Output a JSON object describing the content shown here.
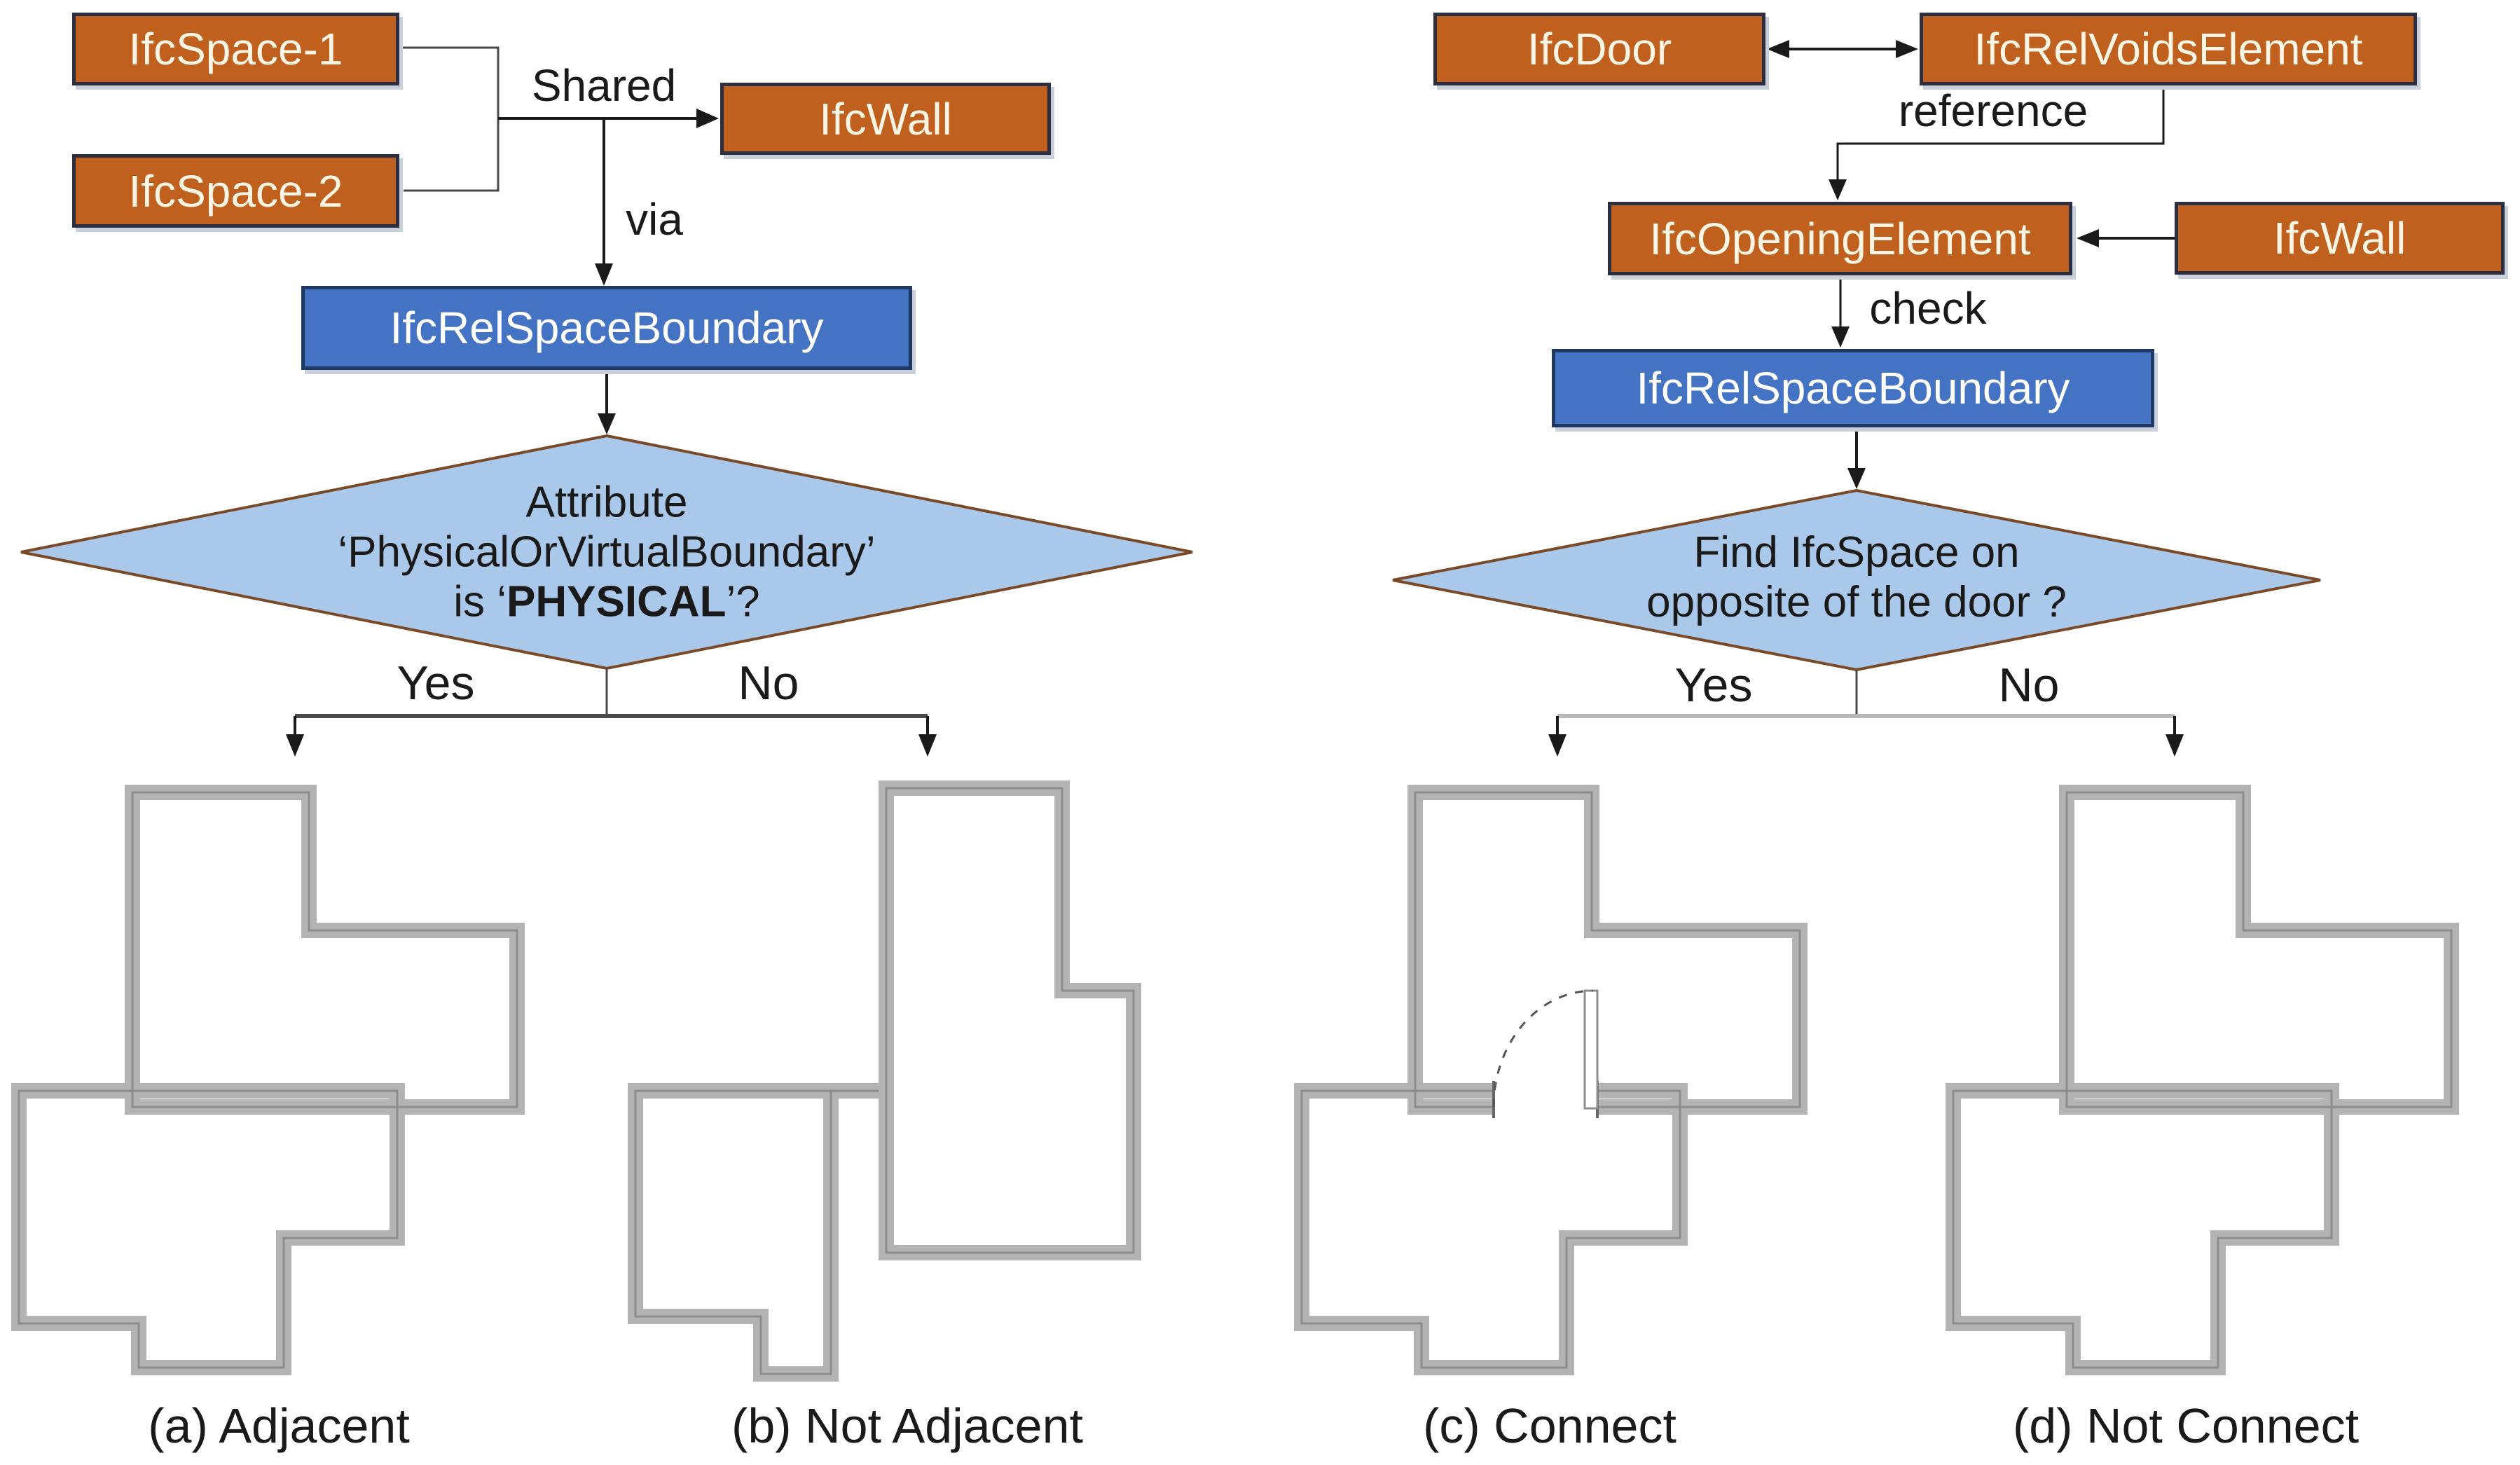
{
  "palette": {
    "orange": "#C0601E",
    "orange_border": "#2B2F40",
    "blue": "#4573C4",
    "blue_border": "#1F3864",
    "diamond_fill": "#AAC8EA",
    "diamond_border": "#7A4A28",
    "wall": "#B3B3B3",
    "wall_line": "#8C8C8C",
    "ink": "#1A1A1A",
    "soft_line": "#B8B8B8",
    "mid_line": "#4A4A4A",
    "node_text": "#FCF5E4",
    "shadow": "#C9D0DB"
  },
  "left_flow": {
    "nodes": {
      "ifcspace1": "IfcSpace-1",
      "ifcspace2": "IfcSpace-2",
      "ifcwall": "IfcWall",
      "ifcrelspaceboundary": "IfcRelSpaceBoundary"
    },
    "edge_labels": {
      "shared": "Shared",
      "via": "via"
    },
    "decision": {
      "line1": "Attribute",
      "line2": "‘PhysicalOrVirtualBoundary’",
      "line3_prefix": "is ‘",
      "line3_bold": "PHYSICAL",
      "line3_suffix": "’?"
    },
    "branches": {
      "yes": "Yes",
      "no": "No"
    }
  },
  "right_flow": {
    "nodes": {
      "ifcdoor": "IfcDoor",
      "ifcrelvoidselement": "IfcRelVoidsElement",
      "ifcopeningelement": "IfcOpeningElement",
      "ifcwall": "IfcWall",
      "ifcrelspaceboundary": "IfcRelSpaceBoundary"
    },
    "edge_labels": {
      "reference": "reference",
      "check": "check"
    },
    "decision": {
      "line1": "Find IfcSpace on",
      "line2": "opposite of the door ?"
    },
    "branches": {
      "yes": "Yes",
      "no": "No"
    }
  },
  "floorplans": {
    "a": {
      "caption": "(a) Adjacent"
    },
    "b": {
      "caption": "(b) Not Adjacent"
    },
    "c": {
      "caption": "(c) Connect"
    },
    "d": {
      "caption": "(d) Not Connect"
    }
  }
}
